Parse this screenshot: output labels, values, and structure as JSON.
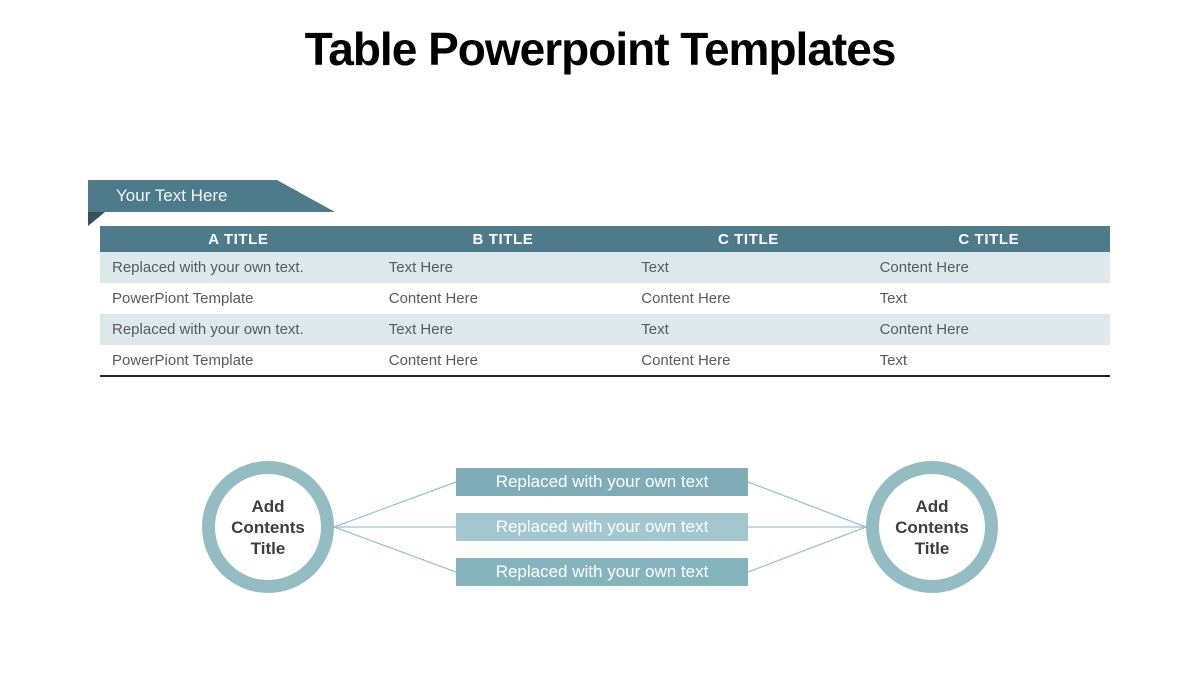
{
  "title": "Table Powerpoint Templates",
  "tab": {
    "label": "Your Text Here"
  },
  "table": {
    "headers": [
      "A TITLE",
      "B TITLE",
      "C TITLE",
      "C TITLE"
    ],
    "rows": [
      [
        "Replaced with your own text.",
        "Text Here",
        "Text",
        "Content Here"
      ],
      [
        "PowerPiont Template",
        "Content Here",
        "Content Here",
        "Text"
      ],
      [
        "Replaced with your own text.",
        "Text Here",
        "Text",
        "Content Here"
      ],
      [
        "PowerPiont Template",
        "Content Here",
        "Content Here",
        "Text"
      ]
    ]
  },
  "diagram": {
    "left_circle_label": "Add Contents Title",
    "right_circle_label": "Add Contents Title",
    "bars": [
      "Replaced with your own text",
      "Replaced with your own text",
      "Replaced with your own text"
    ]
  },
  "colors": {
    "accent_teal": "#4d7b89",
    "fold_dark": "#32525e",
    "row_stripe": "#dde8ec",
    "ring_teal": "#93bdc3",
    "bar_dark": "#7eadb7",
    "bar_light": "#a2c7ce",
    "connector": "#9fc3ca"
  }
}
